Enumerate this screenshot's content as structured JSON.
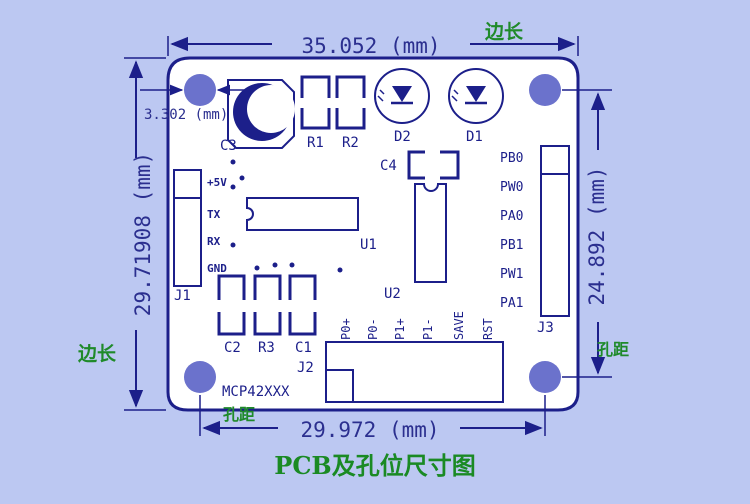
{
  "title": "PCB及孔位尺寸图",
  "dimensions": {
    "top_width": "35.052 (mm)",
    "bottom_width": "29.972 (mm)",
    "left_height": "29.71908 (mm)",
    "right_height": "24.892 (mm)",
    "hole_diameter": "3.302 (mm)"
  },
  "callouts": {
    "edge_top": "边长",
    "edge_left": "边长",
    "hole_spacing_right": "孔距",
    "hole_spacing_bottom": "孔距"
  },
  "components": {
    "c3": "C3",
    "r1": "R1",
    "r2": "R2",
    "d2": "D2",
    "d1": "D1",
    "c4": "C4",
    "u1": "U1",
    "u2": "U2",
    "j1": "J1",
    "j2": "J2",
    "j3": "J3",
    "c2": "C2",
    "r3": "R3",
    "c1": "C1",
    "chip": "MCP42XXX"
  },
  "j1_pins": [
    "+5V",
    "TX",
    "RX",
    "GND"
  ],
  "j3_pins": [
    "PB0",
    "PW0",
    "PA0",
    "PB1",
    "PW1",
    "PA1"
  ],
  "j2_pins": [
    "P0+",
    "P0-",
    "P1+",
    "P1-",
    "SAVE",
    "RST"
  ],
  "colors": {
    "background": "#bcc8f2",
    "board": "#ffffff",
    "silkscreen": "#1c1f8a",
    "hole": "#6b72cc",
    "annotation": "#1f8a2a"
  }
}
